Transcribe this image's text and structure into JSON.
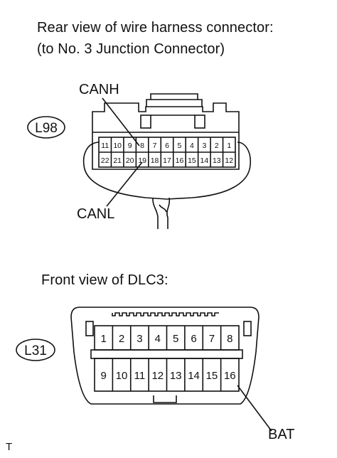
{
  "top_section": {
    "caption_line1": "Rear view of wire harness connector:",
    "caption_line2": "(to No. 3 Junction Connector)",
    "connector_id": "L98",
    "pin_label_canh": "CANH",
    "pin_label_canl": "CANL",
    "pins_row1": [
      "11",
      "10",
      "9",
      "8",
      "7",
      "6",
      "5",
      "4",
      "3",
      "2",
      "1"
    ],
    "pins_row2": [
      "22",
      "21",
      "20",
      "19",
      "18",
      "17",
      "16",
      "15",
      "14",
      "13",
      "12"
    ]
  },
  "bottom_section": {
    "caption": "Front view of DLC3:",
    "connector_id": "L31",
    "pin_label_bat": "BAT",
    "pins_row1": [
      "1",
      "2",
      "3",
      "4",
      "5",
      "6",
      "7",
      "8"
    ],
    "pins_row2": [
      "9",
      "10",
      "11",
      "12",
      "13",
      "14",
      "15",
      "16"
    ]
  },
  "footer": {
    "mark": "T"
  }
}
